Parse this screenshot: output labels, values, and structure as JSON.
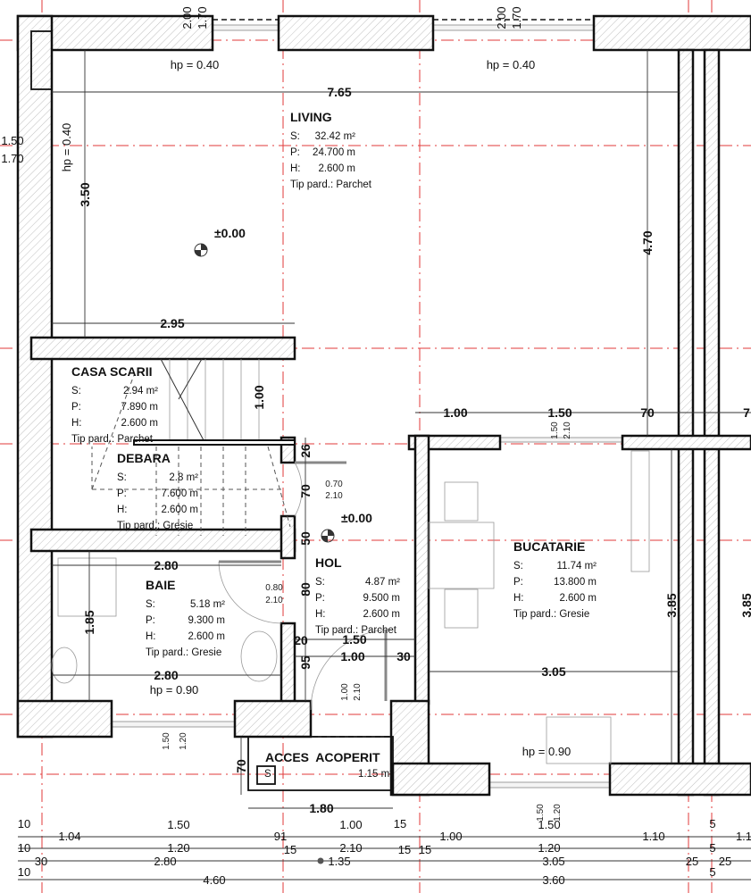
{
  "rooms": [
    {
      "name": "LIVING",
      "s_label": "S:",
      "s": "32.42 m²",
      "p_label": "P:",
      "p": "24.700 m",
      "h_label": "H:",
      "h": "2.600 m",
      "floor": "Tip pard.: Parchet"
    },
    {
      "name": "CASA SCARII",
      "s_label": "S:",
      "s": "2.94 m²",
      "p_label": "P:",
      "p": "7.890 m",
      "h_label": "H:",
      "h": "2.600 m",
      "floor": "Tip pard.: Parchet"
    },
    {
      "name": "DEBARA",
      "s_label": "S:",
      "s": "2.8 m²",
      "p_label": "P:",
      "p": "7.600 m",
      "h_label": "H:",
      "h": "2.600 m",
      "floor": "Tip pard.: Gresie"
    },
    {
      "name": "BAIE",
      "s_label": "S:",
      "s": "5.18 m²",
      "p_label": "P:",
      "p": "9.300 m",
      "h_label": "H:",
      "h": "2.600 m",
      "floor": "Tip pard.: Gresie"
    },
    {
      "name": "HOL",
      "s_label": "S:",
      "s": "4.87 m²",
      "p_label": "P:",
      "p": "9.500 m",
      "h_label": "H:",
      "h": "2.600 m",
      "floor": "Tip pard.: Parchet"
    },
    {
      "name": "BUCATARIE",
      "s_label": "S:",
      "s": "11.74 m²",
      "p_label": "P:",
      "p": "13.800 m",
      "h_label": "H:",
      "h": "2.600 m",
      "floor": "Tip pard.: Gresie"
    }
  ],
  "acces": {
    "name": "ACCES  ACOPERIT",
    "s_label": "S",
    "s": "1.15 m²"
  },
  "levels": [
    "±0.00",
    "±0.00"
  ],
  "dimensions": [
    "7.65",
    "3.50",
    "2.95",
    "1.00",
    "4.70",
    "1.00",
    "1.50",
    "70",
    "7",
    "26",
    "70",
    "50",
    "80",
    "20",
    "95",
    "2.80",
    "2.80",
    "1.85",
    "1.50",
    "1.00",
    "30",
    "3.05",
    "3.85",
    "3.85",
    "70",
    "1.80"
  ],
  "bottom_chain": [
    "10",
    "1.04",
    "1.50",
    "91",
    "1.00",
    "15",
    "1.00",
    "1.50",
    "1.10",
    "5",
    "1.1",
    "10",
    "1.20",
    "15",
    "2.10",
    "15",
    "15",
    "1.20",
    "5",
    "10",
    "30",
    "2.80",
    "1.35",
    "3.05",
    "25",
    "25",
    "5",
    "4.60",
    "3.60"
  ],
  "openings": [
    "2.00",
    "1.70",
    "hp = 0.40",
    "2.00",
    "1.70",
    "hp = 0.40",
    "1.50",
    "1.70",
    "hp = 0.40",
    "0.70",
    "2.10",
    "0.80",
    "2.10",
    "1.00",
    "2.10",
    "1.50",
    "2.10",
    "hp = 0.90",
    "1.50",
    "1.20",
    "hp = 0.90",
    "1.50",
    "1.20"
  ],
  "colors": {
    "walls": "#111111",
    "grid_axes": "#e23a3a",
    "hatch": "#b0b0b0"
  }
}
